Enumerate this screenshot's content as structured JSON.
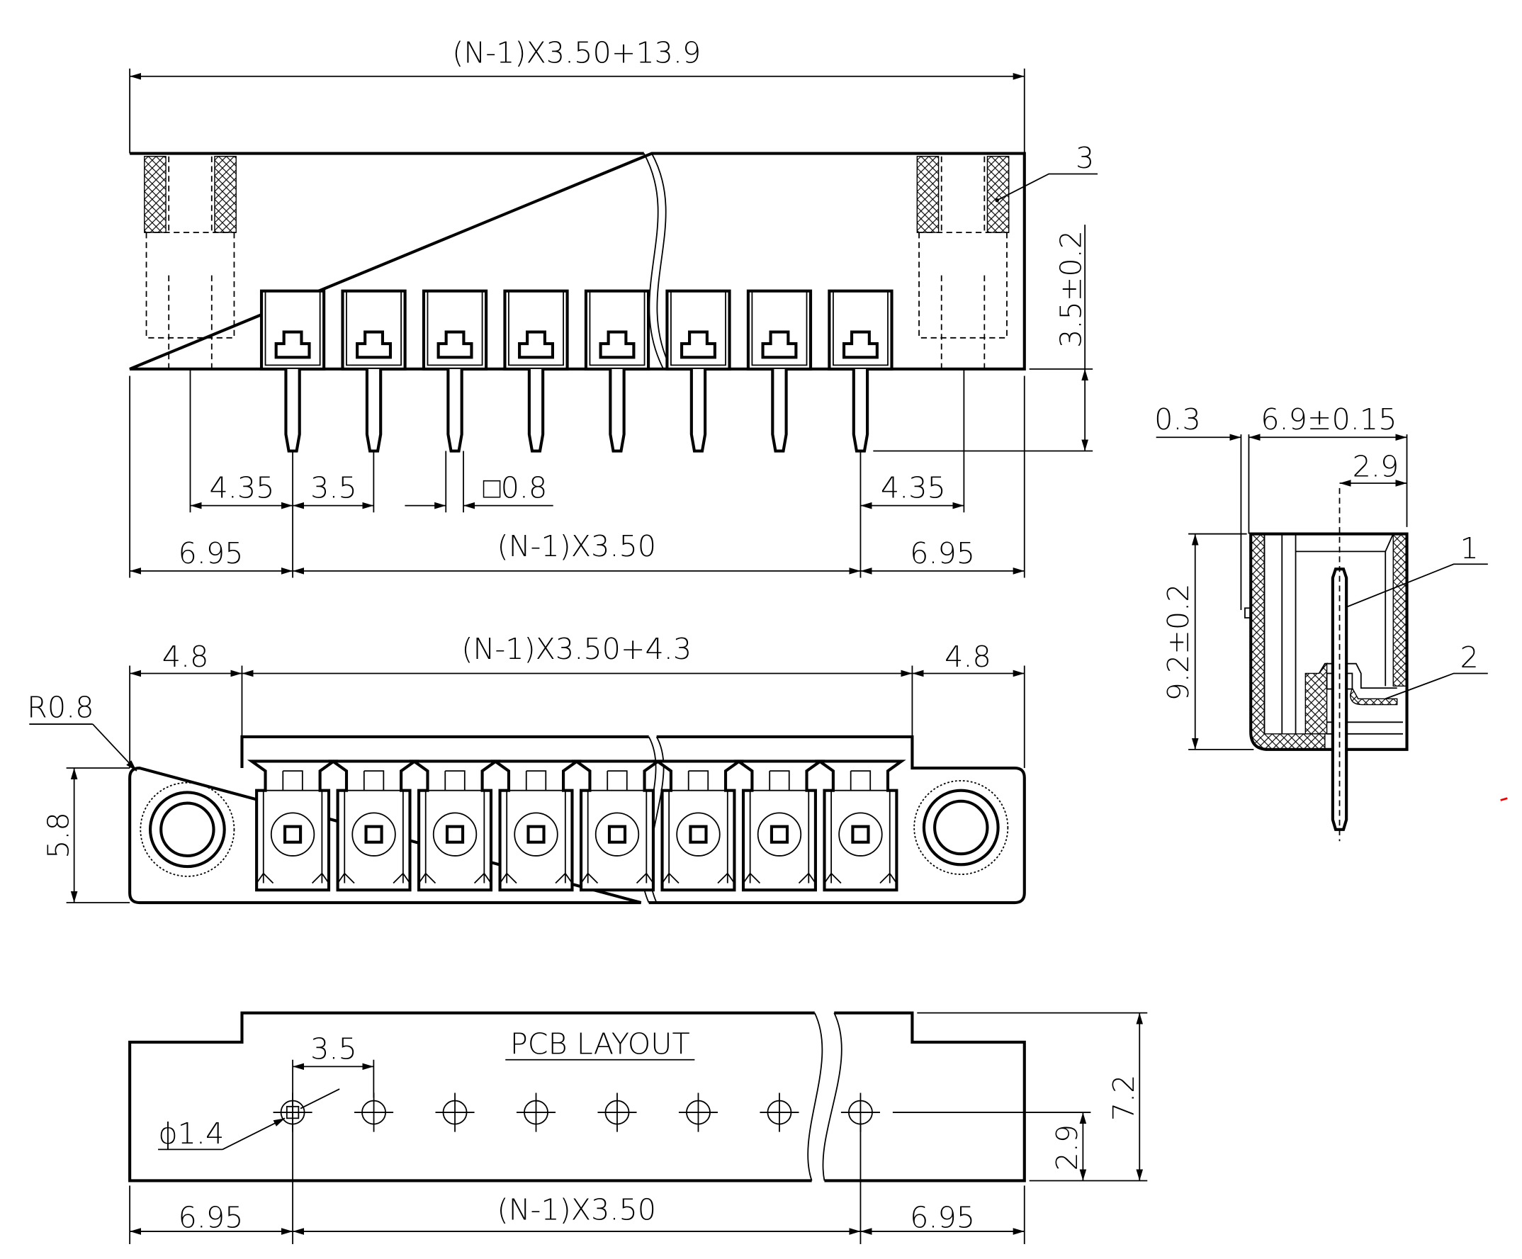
{
  "top_view": {
    "overall_width": "(N-1)X3.50+13.9",
    "pin_length": "3.5±0.2",
    "left_offset": "4.35",
    "pitch": "3.5",
    "pin_size": "□0.8",
    "right_offset": "4.35",
    "left_end": "6.95",
    "pin_span": "(N-1)X3.50",
    "right_end": "6.95",
    "callout_3": "3"
  },
  "front_view": {
    "left_flange": "4.8",
    "middle_width": "(N-1)X3.50+4.3",
    "right_flange": "4.8",
    "radius": "R0.8",
    "height": "5.8"
  },
  "side_view": {
    "offset": "0.3",
    "depth": "6.9±0.15",
    "pin_offset": "2.9",
    "height": "9.2±0.2",
    "callout_1": "1",
    "callout_2": "2"
  },
  "pcb_layout": {
    "title": "PCB LAYOUT",
    "pitch": "3.5",
    "hole_diameter": "ϕ1.4",
    "hole_row_offset": "2.9",
    "depth": "7.2",
    "left_end": "6.95",
    "pin_span": "(N-1)X3.50",
    "right_end": "6.95"
  },
  "pin_count_shown": 8
}
